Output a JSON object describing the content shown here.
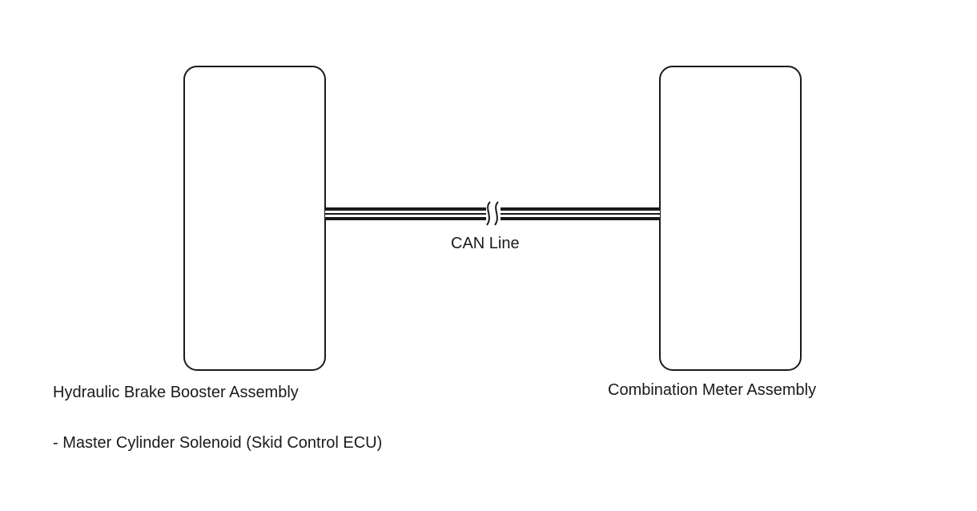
{
  "diagram": {
    "left_component": {
      "name": "Hydraulic Brake Booster Assembly",
      "sub_item": "- Master Cylinder Solenoid (Skid Control ECU)"
    },
    "right_component": {
      "name": "Combination Meter Assembly"
    },
    "connection": {
      "label": "CAN Line"
    },
    "colors": {
      "stroke": "#1a1a1a",
      "background": "#ffffff"
    }
  }
}
